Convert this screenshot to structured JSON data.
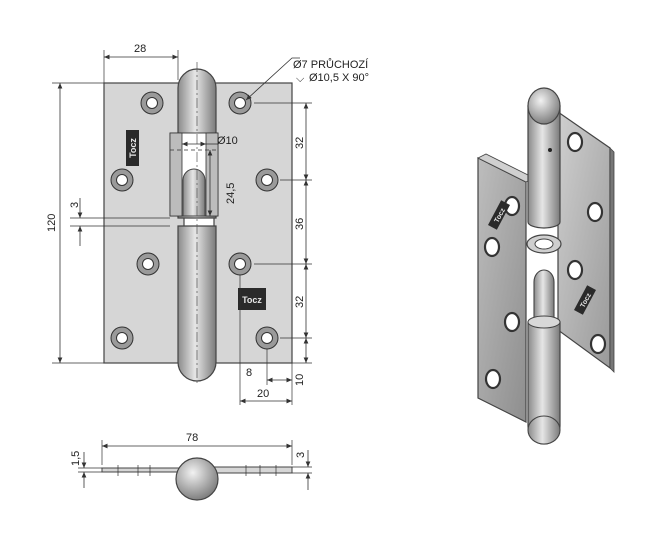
{
  "front_view": {
    "dimensions": {
      "width_top": "28",
      "height_total": "120",
      "gap": "3",
      "pin_hole_note": "Ø7 PRŮCHOZÍ",
      "countersink_note": "Ø10,5 X 90°",
      "bore_dia": "Ø10",
      "bore_depth": "24,5",
      "pitch_upper": "32",
      "pitch_middle": "36",
      "pitch_lower": "32",
      "edge_offset_h": "8",
      "edge_offset_v": "10",
      "hole_span": "20"
    },
    "logo_text": "Tocz"
  },
  "bottom_view": {
    "dimensions": {
      "width_total": "78",
      "thickness_left": "1,5",
      "thickness_right": "3"
    }
  },
  "iso_view": {
    "logo_text": "Tocz"
  },
  "colors": {
    "plate_fill": "#d6d6d6",
    "outline": "#444444",
    "hole_fill": "#9a9a9a"
  }
}
